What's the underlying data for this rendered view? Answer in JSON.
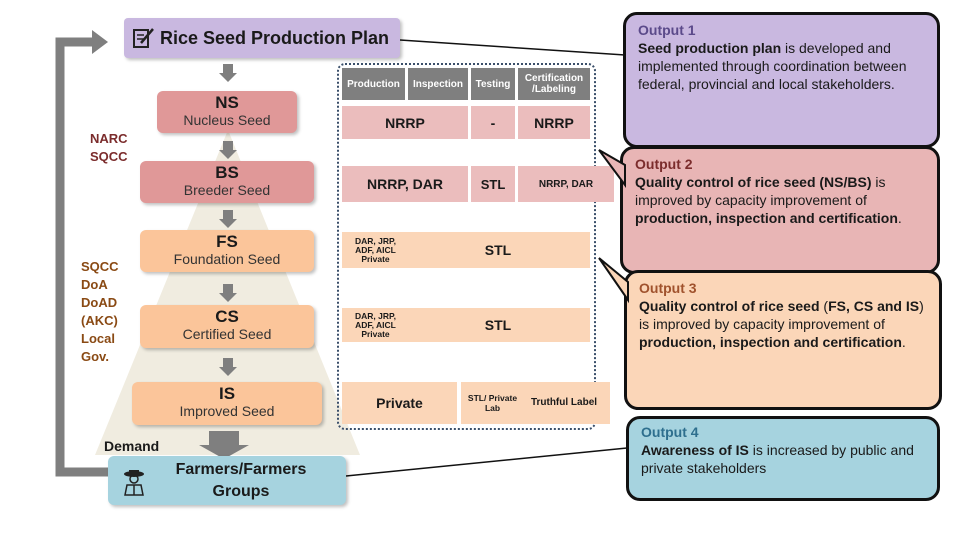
{
  "plan": {
    "label": "Rice Seed Production Plan"
  },
  "stages": [
    {
      "abbr": "NS",
      "full": "Nucleus Seed"
    },
    {
      "abbr": "BS",
      "full": "Breeder Seed"
    },
    {
      "abbr": "FS",
      "full": "Foundation Seed"
    },
    {
      "abbr": "CS",
      "full": "Certified Seed"
    },
    {
      "abbr": "IS",
      "full": "Improved Seed"
    }
  ],
  "agencies": {
    "group1": [
      "NARC",
      "SQCC"
    ],
    "group2": [
      "SQCC",
      "DoA",
      "DoAD",
      "(AKC)",
      "Local",
      "Gov."
    ]
  },
  "demand_label": "Demand",
  "farmers_label": "Farmers/Farmers Groups",
  "table": {
    "headers": [
      "Production",
      "Inspection",
      "Testing",
      "Certification /Labeling"
    ],
    "rows": [
      {
        "production": "NRRP",
        "inspection": "-",
        "certification": "NRRP"
      },
      {
        "production": "NRRP, DAR",
        "testing": "STL",
        "certification": "NRRP, DAR"
      },
      {
        "production": "DAR, JRP, ADF, AICL Private",
        "merged": "STL"
      },
      {
        "production": "DAR, JRP, ADF, AICL Private",
        "merged": "STL"
      },
      {
        "production": "Private",
        "testing": "STL/ Private Lab",
        "certification": "Truthful Label"
      }
    ]
  },
  "outputs": [
    {
      "title": "Output 1",
      "bold": "Seed production plan",
      "rest": " is developed and implemented through coordination between federal, provincial and local stakeholders."
    },
    {
      "title": "Output 2",
      "bold": "Quality control of rice seed (NS/BS)",
      "mid": " is improved by capacity improvement of ",
      "bold2": "production, inspection and certification",
      "end": "."
    },
    {
      "title": "Output 3",
      "bold": "Quality control of rice seed",
      "mid0": " (",
      "bold1b": "FS, CS and IS",
      "mid": ") is improved by capacity improvement of ",
      "bold2": "production, inspection and certification",
      "end": "."
    },
    {
      "title": "Output 4",
      "bold": "Awareness of IS",
      "rest": " is increased by public and private stakeholders"
    }
  ],
  "colors": {
    "plan_fill": "#c9b8e0",
    "ns_fill": "#e09898",
    "bs_fill": "#e09898",
    "fs_fill": "#fbc59a",
    "farmers_fill": "#a6d3df",
    "arrow": "#7f7f7f",
    "agency1": "#7b2c2c",
    "agency2": "#8a4a14",
    "output_title_1": "#5b4a8a",
    "output_title_2": "#7b2c2c",
    "output_title_3": "#a0522d",
    "output_title_4": "#2e6f8e"
  }
}
